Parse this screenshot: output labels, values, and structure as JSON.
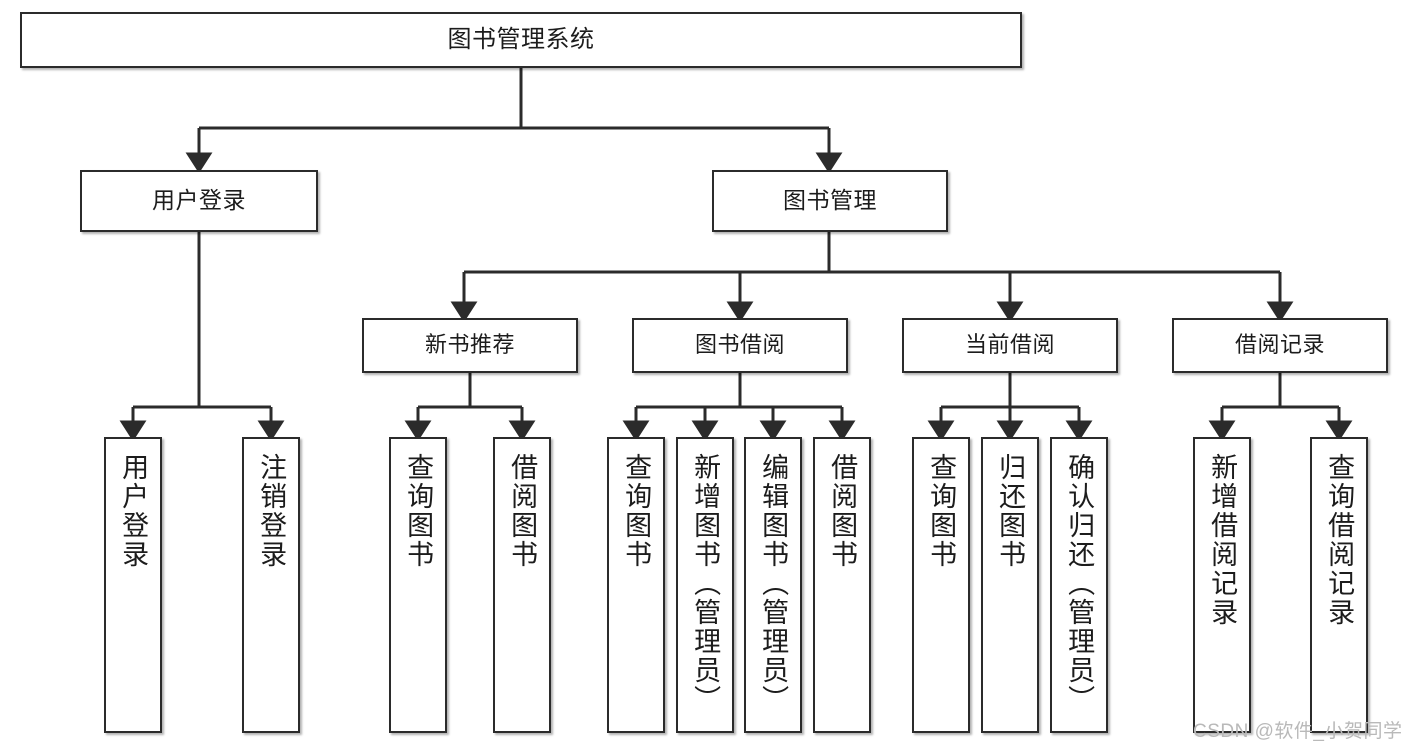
{
  "diagram": {
    "title": "图书管理系统",
    "type": "functional-structure-tree",
    "watermark": "CSDN @软件_小贺同学",
    "colors": {
      "node_border": "#2b2b2b",
      "node_fill": "#ffffff",
      "edge": "#2b2b2b",
      "text": "#1c1c1c",
      "watermark": "#b9b9b9",
      "background": "#ffffff"
    },
    "nodes": {
      "root": {
        "label": "图书管理系统"
      },
      "level2": [
        {
          "label": "用户登录"
        },
        {
          "label": "图书管理"
        }
      ],
      "level3": [
        {
          "label": "新书推荐"
        },
        {
          "label": "图书借阅"
        },
        {
          "label": "当前借阅"
        },
        {
          "label": "借阅记录"
        }
      ],
      "leaves": {
        "user_login": [
          {
            "label": "用户登录"
          },
          {
            "label": "注销登录"
          }
        ],
        "new_book_recommend": [
          {
            "label": "查询图书"
          },
          {
            "label": "借阅图书"
          }
        ],
        "book_borrow": [
          {
            "label": "查询图书"
          },
          {
            "label": "新增图书（管理员）"
          },
          {
            "label": "编辑图书（管理员）"
          },
          {
            "label": "借阅图书"
          }
        ],
        "current_borrow": [
          {
            "label": "查询图书"
          },
          {
            "label": "归还图书"
          },
          {
            "label": "确认归还（管理员）"
          }
        ],
        "borrow_record": [
          {
            "label": "新增借阅记录"
          },
          {
            "label": "查询借阅记录"
          }
        ]
      }
    }
  }
}
